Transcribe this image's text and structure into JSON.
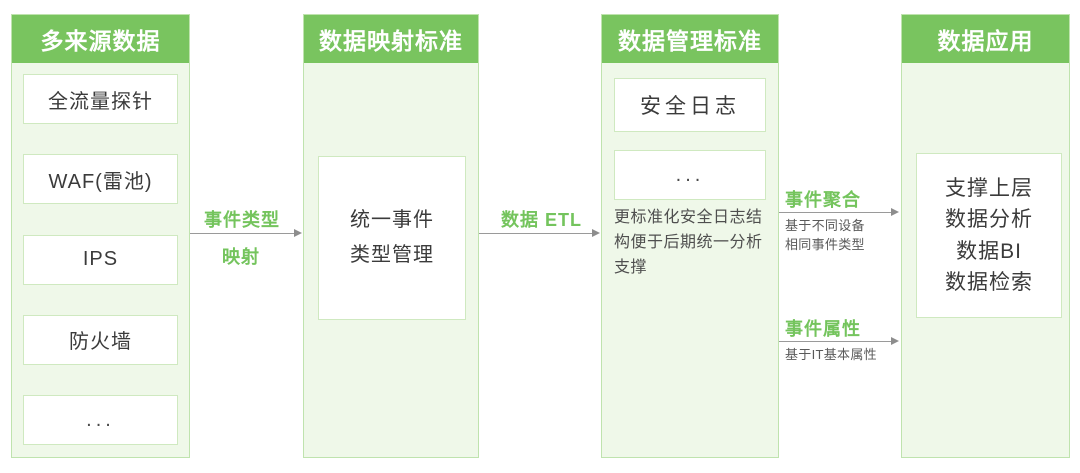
{
  "diagram": {
    "title_flow": "多来源数据 → 数据映射标准 → 数据管理标准 → 数据应用",
    "accent_green": "#79c45f",
    "panel_tint": "#eff8e9",
    "border_green": "#bfe3ae",
    "card_border": "#cfe9c0",
    "arrow_gray": "#9a9a9a",
    "label_green": "#74c45d"
  },
  "columns": [
    {
      "id": "multi-source-data",
      "header": "多来源数据",
      "items": [
        {
          "label": "全流量探针"
        },
        {
          "label": "WAF(雷池)"
        },
        {
          "label": "IPS"
        },
        {
          "label": "防火墙"
        },
        {
          "label": "..."
        }
      ]
    },
    {
      "id": "data-mapping-standard",
      "header": "数据映射标准",
      "card": {
        "line1": "统一事件",
        "line2": "类型管理"
      }
    },
    {
      "id": "data-management-standard",
      "header": "数据管理标准",
      "card_log": "安全日志",
      "card_dots": "...",
      "note": "更标准化安全日志结构便于后期统一分析支撑"
    },
    {
      "id": "data-application",
      "header": "数据应用",
      "card_lines": [
        "支撑上层",
        "数据分析",
        "数据BI",
        "数据检索"
      ]
    }
  ],
  "connectors": [
    {
      "id": "mapping",
      "label_above": "事件类型",
      "label_below": "映射",
      "sublabel": ""
    },
    {
      "id": "etl",
      "label_above": "数据 ETL",
      "label_below": "",
      "sublabel": ""
    },
    {
      "id": "event-aggregation",
      "label_above": "事件聚合",
      "label_below": "",
      "sublabel_line1": "基于不同设备",
      "sublabel_line2": "相同事件类型"
    },
    {
      "id": "event-attribute",
      "label_above": "事件属性",
      "label_below": "",
      "sublabel_line1": "基于IT基本属性",
      "sublabel_line2": ""
    }
  ]
}
